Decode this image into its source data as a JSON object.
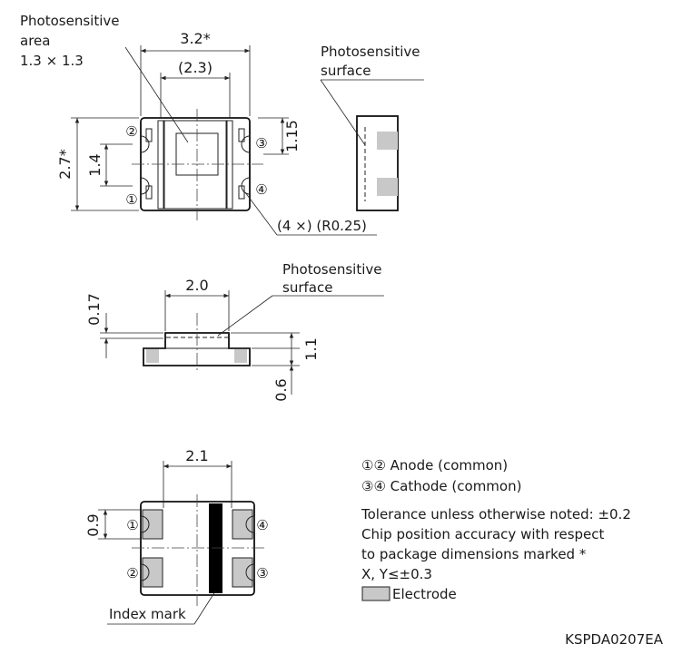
{
  "labels": {
    "photosensitive_area": "Photosensitive",
    "photosensitive_area_2": "area",
    "photosensitive_area_size": "1.3 × 1.3",
    "surface_top_1": "Photosensitive",
    "surface_top_2": "surface",
    "surface_mid_1": "Photosensitive",
    "surface_mid_2": "surface",
    "dim_32": "3.2*",
    "dim_23": "(2.3)",
    "dim_27": "2.7*",
    "dim_14": "1.4",
    "dim_115": "1.15",
    "radius_note": "(4 ×) (R0.25)",
    "dim_20": "2.0",
    "dim_017": "0.17",
    "dim_11": "1.1",
    "dim_06": "0.6",
    "dim_21": "2.1",
    "dim_09": "0.9",
    "index_mark": "Index mark"
  },
  "pins": {
    "p1": "①",
    "p2": "②",
    "p3": "③",
    "p4": "④"
  },
  "legend": {
    "anode": "①② Anode (common)",
    "cathode": "③④ Cathode (common)",
    "tolerance": "Tolerance unless otherwise noted: ±0.2",
    "chip_1": "Chip position accuracy with respect",
    "chip_2": "to package dimensions marked *",
    "chip_3": "X, Y≤±0.3",
    "electrode": "Electrode"
  },
  "doc_code": "KSPDA0207EA",
  "colors": {
    "electrode": "#c8c8c8",
    "index_mark": "#000000"
  }
}
